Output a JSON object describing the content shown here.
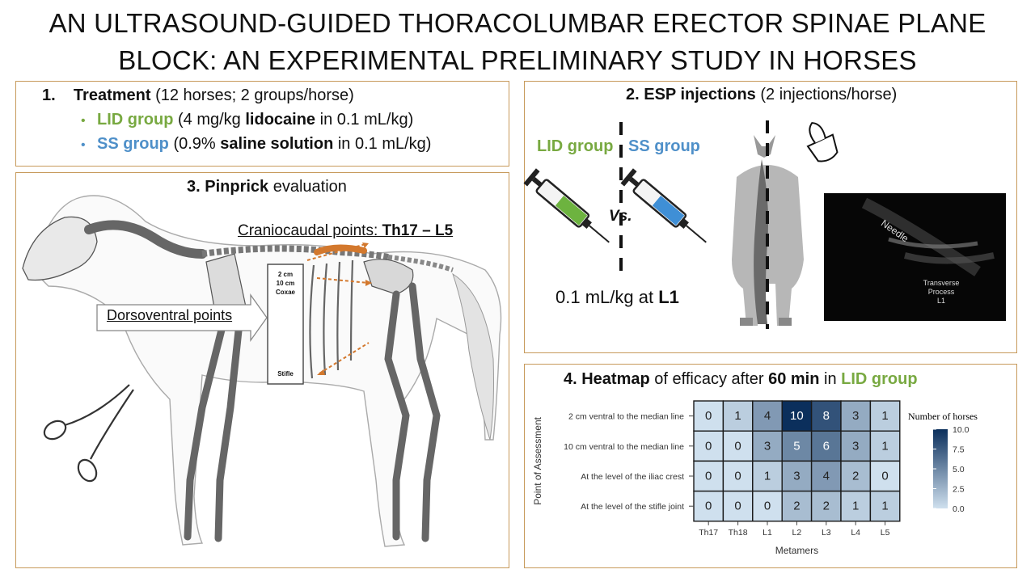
{
  "title": {
    "line1": "AN ULTRASOUND-GUIDED THORACOLUMBAR ERECTOR SPINAE PLANE",
    "line2": "BLOCK: AN EXPERIMENTAL PRELIMINARY STUDY IN HORSES"
  },
  "treatment": {
    "number": "1.",
    "heading": "Treatment",
    "detail": "(12 horses; 2 groups/horse)",
    "lid": {
      "name": "LID group",
      "pre": "(4 mg/kg ",
      "drug": "lidocaine",
      "post": " in 0.1 mL/kg)"
    },
    "ss": {
      "name": "SS group",
      "pre": "(0.9% ",
      "drug": "saline solution",
      "post": " in 0.1 mL/kg)"
    },
    "bullet_lid_color": "#78a941",
    "bullet_ss_color": "#4f90c9"
  },
  "esp": {
    "heading": "2. ESP injections",
    "detail": "(2 injections/horse)",
    "lid_label": "LID group",
    "ss_label": "SS group",
    "vs": "Vs.",
    "dose_pre": "0.1 mL/kg at ",
    "dose_site": "L1",
    "us_needle": "Needle",
    "us_tp1": "Transverse",
    "us_tp2": "Process",
    "us_tp3": "L1"
  },
  "pinprick": {
    "heading_bold": "3. Pinprick",
    "heading_rest": " evaluation",
    "craniocaudal_pre": "Craniocaudal points: ",
    "craniocaudal_range": "Th17 – L5",
    "dorsoventral": "Dorsoventral points",
    "box_2cm": "2 cm",
    "box_10cm": "10 cm",
    "box_coxae": "Coxae",
    "box_stifle": "Stifle"
  },
  "heatmap": {
    "heading_bold": "4. Heatmap",
    "heading_mid": " of efficacy after ",
    "heading_time": "60 min",
    "heading_in": " in ",
    "heading_group": "LID group"
  },
  "chart_data": {
    "type": "heatmap",
    "x": [
      "Th17",
      "Th18",
      "L1",
      "L2",
      "L3",
      "L4",
      "L5"
    ],
    "y": [
      "2 cm ventral to the median line",
      "10 cm ventral to the median line",
      "At the level of the iliac crest",
      "At the level of the stifle joint"
    ],
    "values": [
      [
        0,
        1,
        4,
        10,
        8,
        3,
        1
      ],
      [
        0,
        0,
        3,
        5,
        6,
        3,
        1
      ],
      [
        0,
        0,
        1,
        3,
        4,
        2,
        0
      ],
      [
        0,
        0,
        0,
        2,
        2,
        1,
        1
      ]
    ],
    "xlabel": "Metamers",
    "ylabel": "Point of Assessment",
    "legend_title": "Number of horses",
    "legend_ticks": [
      "10.0",
      "7.5",
      "5.0",
      "2.5",
      "0.0"
    ],
    "value_range": [
      0,
      10
    ],
    "color_low": "#cfe0ee",
    "color_high": "#0b2f5c"
  }
}
